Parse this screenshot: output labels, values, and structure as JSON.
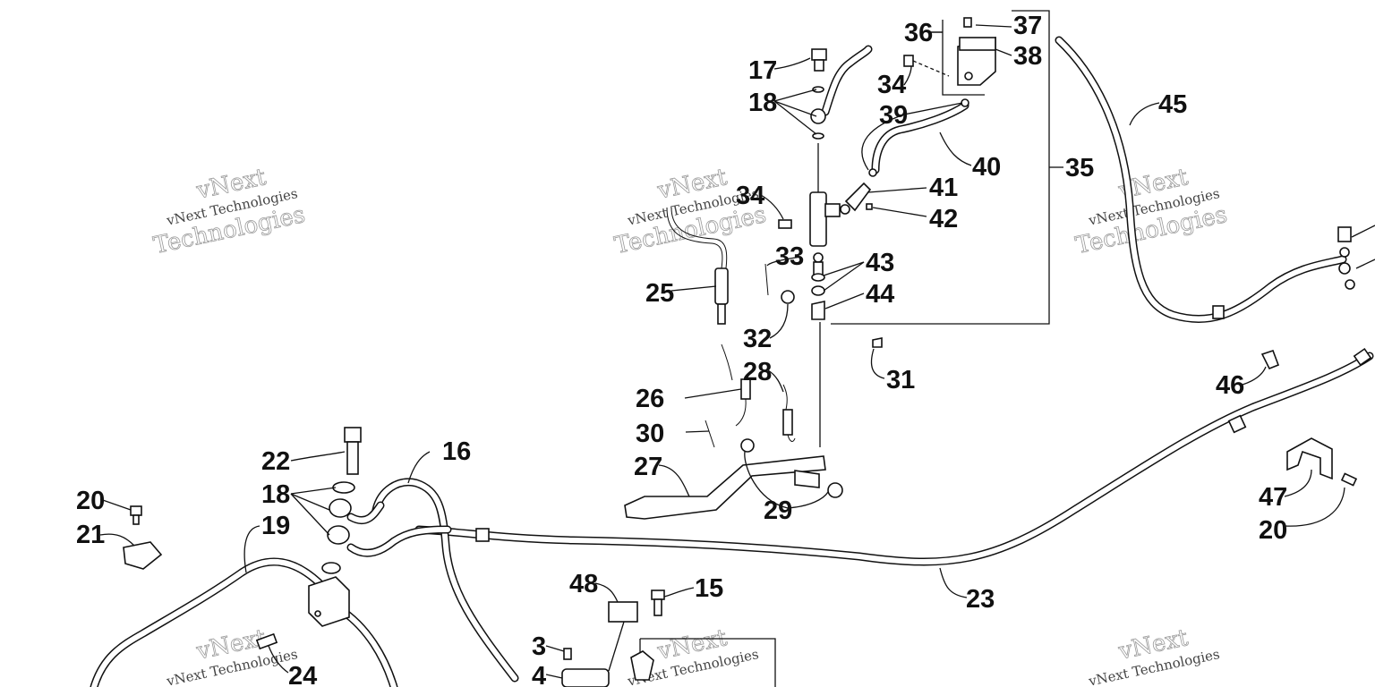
{
  "callouts": {
    "c3": "3",
    "c4": "4",
    "c15": "15",
    "c16": "16",
    "c17": "17",
    "c18a": "18",
    "c18b": "18",
    "c19": "19",
    "c20a": "20",
    "c20b": "20",
    "c21": "21",
    "c22": "22",
    "c23": "23",
    "c24": "24",
    "c25": "25",
    "c26": "26",
    "c27": "27",
    "c28": "28",
    "c29": "29",
    "c30": "30",
    "c31": "31",
    "c32": "32",
    "c33": "33",
    "c34a": "34",
    "c34b": "34",
    "c35": "35",
    "c36": "36",
    "c37": "37",
    "c38": "38",
    "c39": "39",
    "c40": "40",
    "c41": "41",
    "c42": "42",
    "c43": "43",
    "c44": "44",
    "c45": "45",
    "c46": "46",
    "c47": "47",
    "c48": "48"
  },
  "watermark": {
    "line1": "vNext Technologies",
    "big1": "vNext",
    "big2": "Technologies"
  }
}
